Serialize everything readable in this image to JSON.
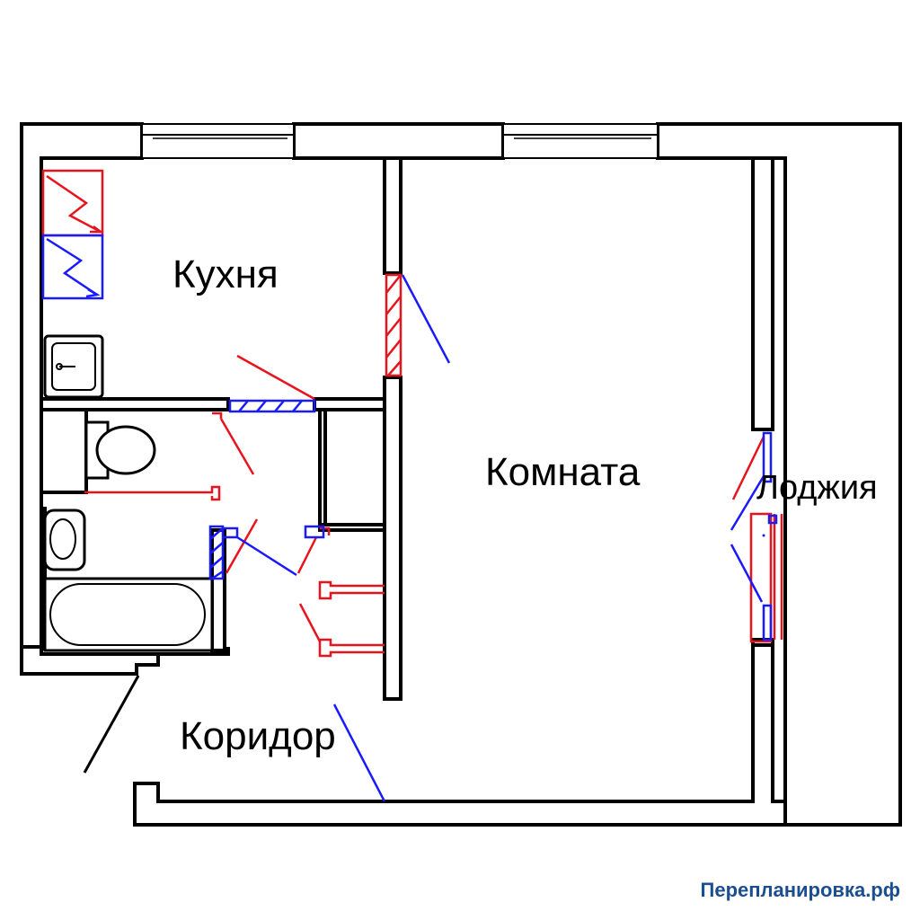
{
  "rooms": {
    "kitchen": "Кухня",
    "room": "Комната",
    "loggia": "Лоджия",
    "corridor": "Коридор"
  },
  "watermark": "Перепланировка.рф",
  "colors": {
    "walls": "#000000",
    "demolition": "#e8141d",
    "new_construction": "#1a1aff",
    "watermark": "#1a4e8f"
  }
}
